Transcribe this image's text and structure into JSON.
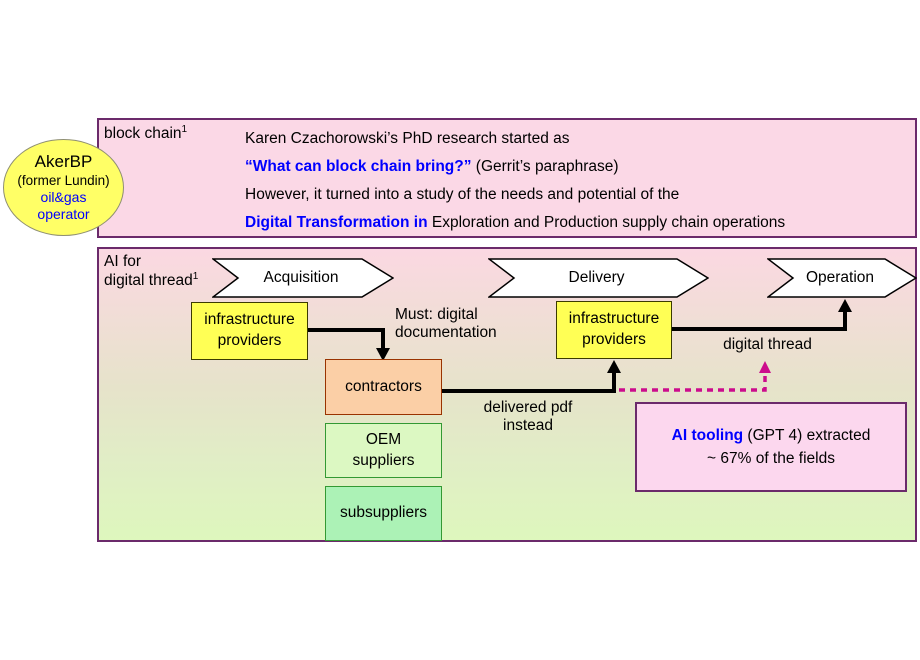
{
  "colors": {
    "accent_blue": "#0000FF",
    "magenta_dashed": "#CC0C8C",
    "panel_border_purple": "#6B2A6B",
    "panel_pink": "#FBD8E6",
    "box_yellow": "#FFFF55",
    "box_peach": "#FBCFA6",
    "box_green_light": "#DCF8C2",
    "box_green_mint": "#ACF2B6",
    "box_pink": "#FCD7EE",
    "ellipse_yellow": "#FFFF66"
  },
  "operator_bubble": {
    "line1": "AkerBP",
    "line2": "(former Lundin)",
    "line3": "oil&gas",
    "line4": "operator"
  },
  "top_panel": {
    "corner_label": "block chain",
    "corner_label_sup": "1",
    "line1": "Karen Czachorowski’s PhD research started as",
    "line2_highlight": "“What can block chain bring?”",
    "line2_rest": " (Gerrit’s paraphrase)",
    "line3": "However, it turned into a study of the needs and potential of the",
    "line4_highlight": "Digital Transformation in",
    "line4_rest": " Exploration and Production supply chain operations"
  },
  "bottom_panel": {
    "corner_label_line1": "AI for",
    "corner_label_line2": "digital thread",
    "corner_label_sup": "1",
    "phases": [
      {
        "label": "Acquisition"
      },
      {
        "label": "Delivery"
      },
      {
        "label": "Operation"
      }
    ],
    "boxes": {
      "infrastructure1": {
        "line1": "infrastructure",
        "line2": "providers"
      },
      "infrastructure2": {
        "line1": "infrastructure",
        "line2": "providers"
      },
      "contractors": {
        "line1": "contractors"
      },
      "oem": {
        "line1": "OEM",
        "line2": "suppliers"
      },
      "subsuppliers": {
        "line1": "subsuppliers"
      },
      "ai_tooling": {
        "line1_highlight": "AI tooling",
        "line1_rest": " (GPT 4) extracted",
        "line2": "~ 67% of the fields"
      }
    },
    "annotations": {
      "must_line1": "Must: digital",
      "must_line2": "documentation",
      "pdf_line1": "delivered pdf",
      "pdf_line2": "instead",
      "thread": "digital thread"
    }
  }
}
